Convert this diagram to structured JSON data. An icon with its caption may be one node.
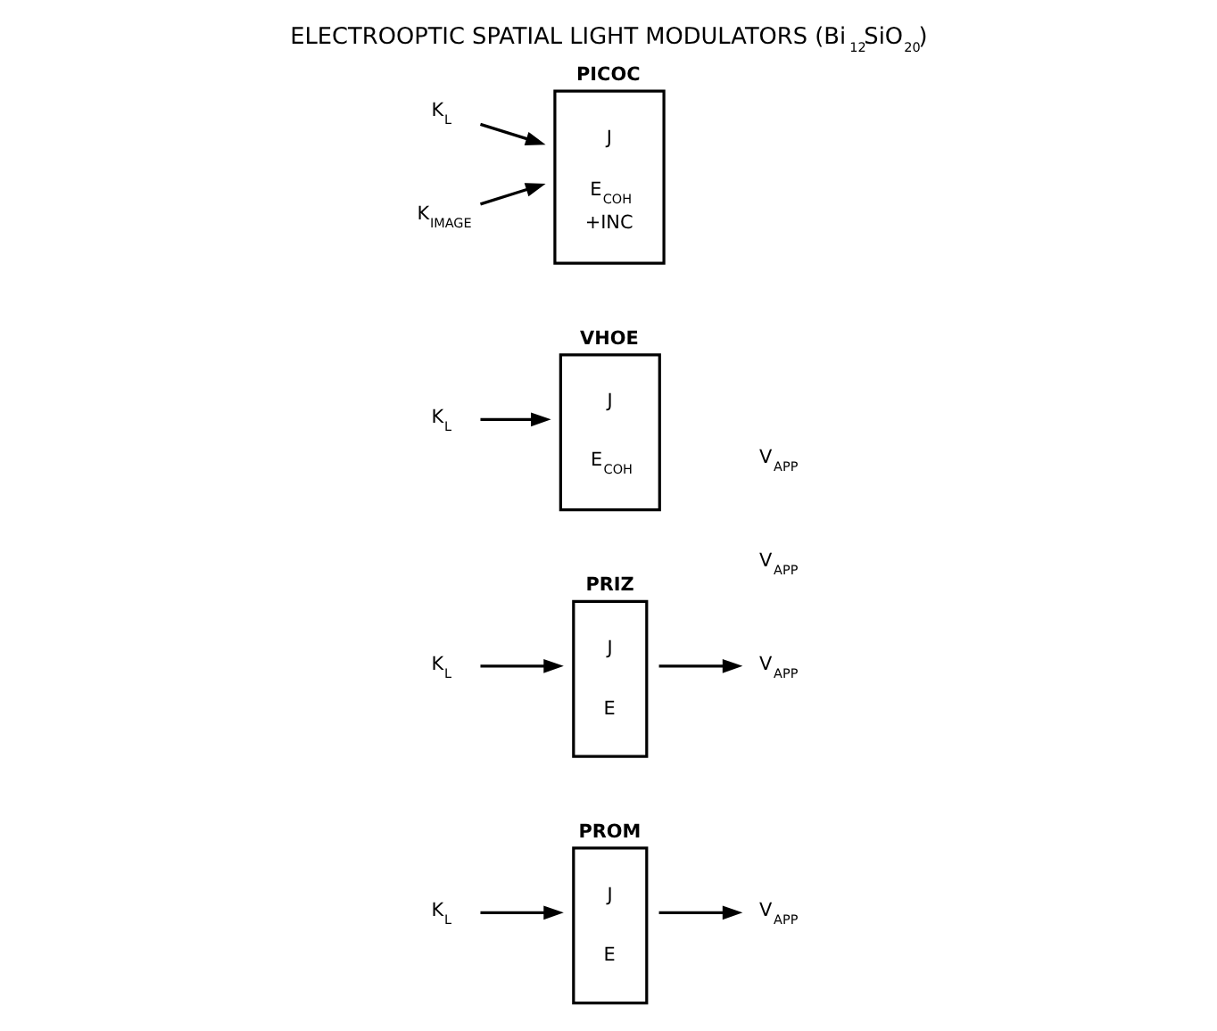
{
  "diagram": {
    "title": "ELECTROOPTIC SPATIAL LIGHT MODULATORS (Bi$_{12}$SiO$_{20}$)",
    "nodes": [
      {
        "text": [
          "PROM",
          "J",
          "E"
        ]
      },
      {
        "text": [
          "K$_{L}$"
        ]
      },
      {
        "text": [
          "V$_{APP}$"
        ]
      },
      {
        "text": [
          "PRIZ",
          "J",
          "E"
        ]
      },
      {
        "text": [
          "K$_{L}$"
        ]
      },
      {
        "text": [
          "V$_{APP}$"
        ]
      },
      {
        "text": [
          "VHOE",
          "J",
          "E$_{COH}$"
        ]
      },
      {
        "text": [
          "K$_{L}$"
        ]
      },
      {
        "text": [
          "PICOC",
          "J",
          "E$_{COH}$ +INC"
        ]
      },
      {
        "text": [
          "K$_{L}$"
        ]
      },
      {
        "text": [
          "K$_{IMAGE}$"
        ]
      }
    ],
    "edges": [
      {
        "from": 1,
        "to": 0,
        "arrow": "to"
      },
      {
        "from": 0,
        "to": 2,
        "arrow": "to"
      },
      {
        "from": 4,
        "to": 3,
        "arrow": "to"
      },
      {
        "from": 3,
        "to": 5,
        "arrow": "to"
      },
      {
        "from": 7,
        "to": 6,
        "arrow": "to"
      },
      {
        "from": 9,
        "to": 8,
        "arrow": "to"
      },
      {
        "from": 10,
        "to": 8,
        "arrow": "to"
      }
    ],
    "labels": [
      "V$_{APP}$",
      "V$_{APP}$"
    ]
  }
}
